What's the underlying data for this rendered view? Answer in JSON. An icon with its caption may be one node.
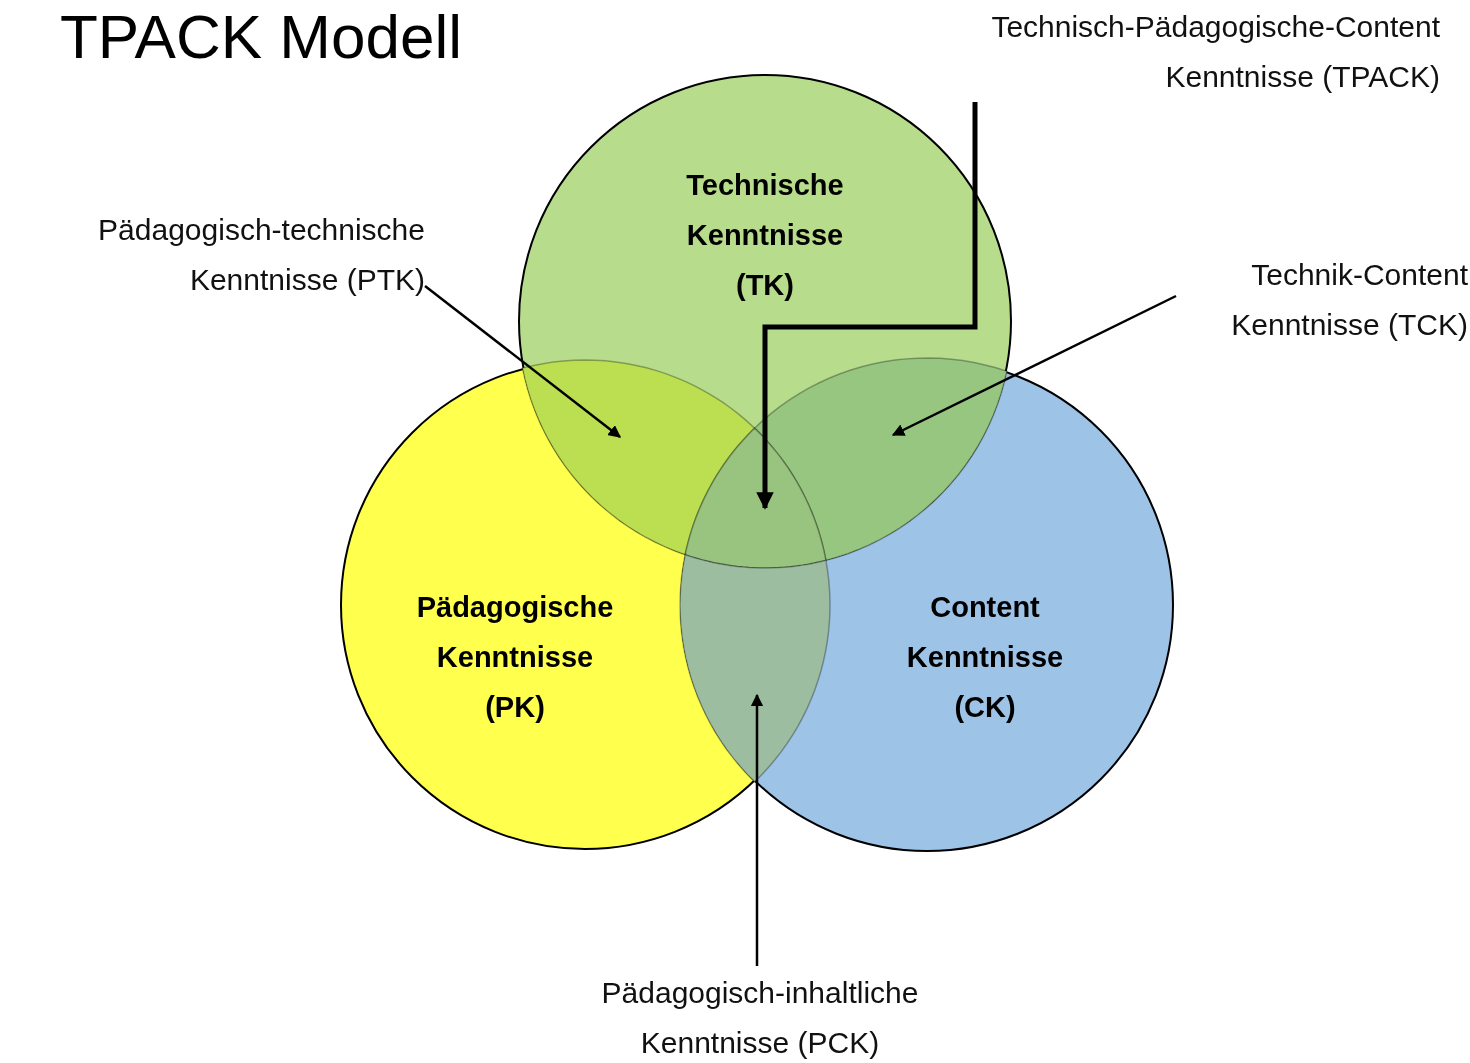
{
  "diagram": {
    "title": "TPACK Modell",
    "nodes": [
      {
        "text": [
          "Technische Kenntnisse (TK)"
        ]
      },
      {
        "text": [
          "Pädagogische Kenntnisse (PK)"
        ]
      },
      {
        "text": [
          "Content Kenntnisse (CK)"
        ]
      },
      {
        "text": [
          "Pädagogisch-technische Kenntnisse (PTK)"
        ]
      },
      {
        "text": [
          "Technisch-Pädagogische-Content Kenntnisse (TPACK)"
        ]
      },
      {
        "text": [
          "Technik-Content Kenntnisse (TCK)"
        ]
      },
      {
        "text": [
          "Pädagogisch-inhaltliche Kenntnisse (PCK)"
        ]
      },
      {
        "text": [],
        "shape": "region"
      },
      {
        "text": [],
        "shape": "region"
      },
      {
        "text": [],
        "shape": "region"
      },
      {
        "text": [],
        "shape": "region"
      }
    ],
    "edges": [
      {
        "from": 3,
        "to": 7,
        "arrow": "to"
      },
      {
        "from": 4,
        "to": 9,
        "arrow": "to",
        "style": "thick"
      },
      {
        "from": 5,
        "to": 8,
        "arrow": "to"
      },
      {
        "from": 6,
        "to": 10,
        "arrow": "to"
      }
    ]
  }
}
